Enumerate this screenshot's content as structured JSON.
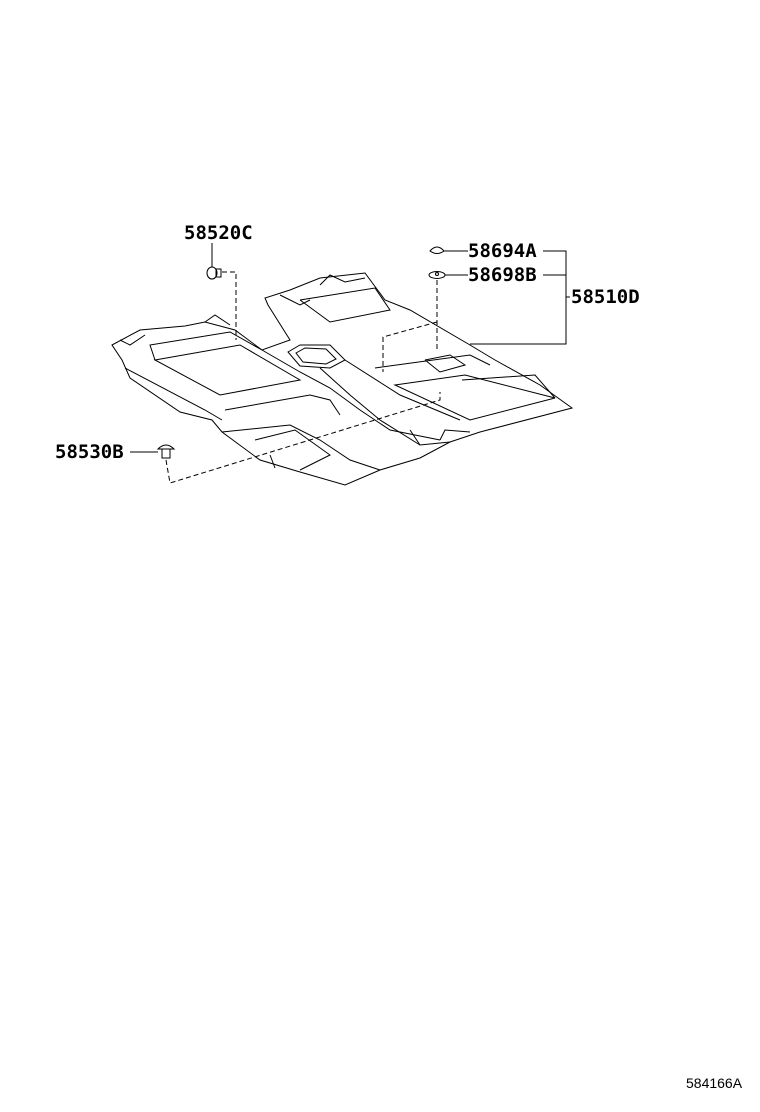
{
  "parts": [
    {
      "id": "clip-upper",
      "label": "58520C"
    },
    {
      "id": "nut",
      "label": "58694A"
    },
    {
      "id": "washer",
      "label": "58698B"
    },
    {
      "id": "floor-carpet",
      "label": "58510D"
    },
    {
      "id": "clip-lower",
      "label": "58530B"
    }
  ],
  "diagram_code": "584166A",
  "colors": {
    "line": "#000000",
    "background": "#ffffff"
  }
}
